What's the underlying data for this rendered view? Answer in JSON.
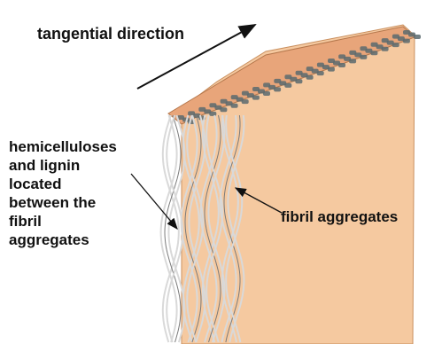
{
  "labels": {
    "tangential_direction": "tangential direction",
    "hemicelluloses_lignin": "hemicelluloses\nand lignin\nlocated\nbetween the\nfibril\naggregates",
    "fibril_aggregates": "fibril aggregates"
  },
  "colors": {
    "cell_wall": "#f5c9a0",
    "cell_wall_edge": "#c98f5e",
    "top_surface": "#e8a57a",
    "fibril": "#d9d9d9",
    "fibril_edge": "#7a7a7a",
    "fibril_end": "#5a6a6e",
    "arrow": "#111111"
  }
}
